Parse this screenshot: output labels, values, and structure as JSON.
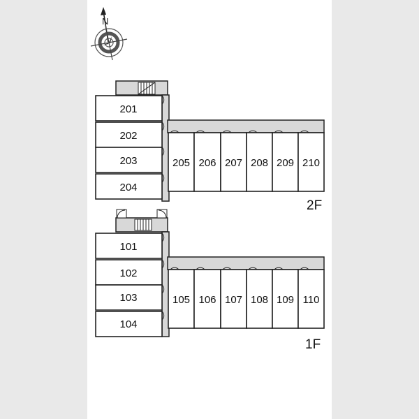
{
  "compass": {
    "north_label": "N",
    "icon": "compass-rose-icon"
  },
  "floors": [
    {
      "label": "2F",
      "left_wing_rooms": [
        "201",
        "202",
        "203",
        "204"
      ],
      "right_wing_rooms": [
        "205",
        "206",
        "207",
        "208",
        "209",
        "210"
      ]
    },
    {
      "label": "1F",
      "left_wing_rooms": [
        "101",
        "102",
        "103",
        "104"
      ],
      "right_wing_rooms": [
        "105",
        "106",
        "107",
        "108",
        "109",
        "110"
      ]
    }
  ],
  "colors": {
    "corridor": "#d8d8d8",
    "wall": "#222222",
    "room": "#ffffff",
    "background": "#e9e9e9"
  }
}
